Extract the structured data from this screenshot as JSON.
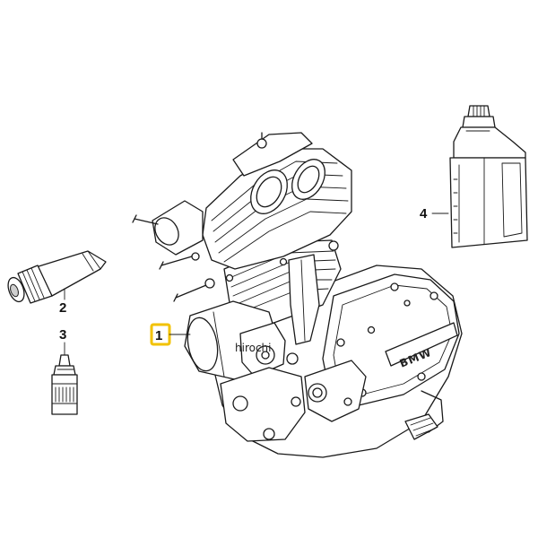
{
  "callouts": {
    "part1": "1",
    "part2": "2",
    "part3": "3",
    "part4": "4"
  },
  "engine": {
    "brand_text": "BMW"
  },
  "watermark": "hirochi",
  "colors": {
    "highlight_box": "#f2c200",
    "line": "#1a1a1a"
  }
}
